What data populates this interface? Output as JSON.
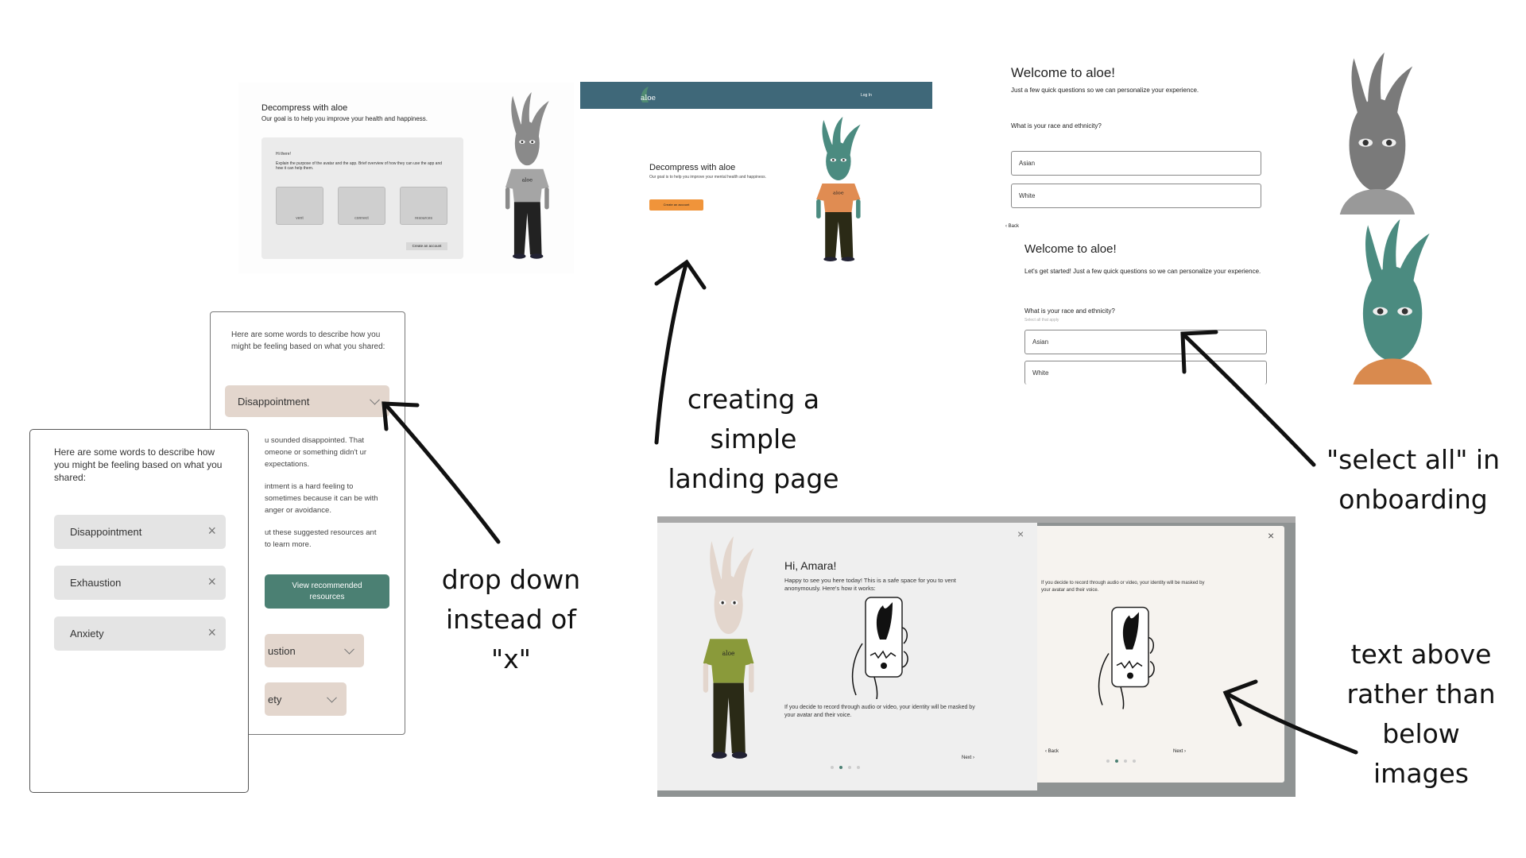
{
  "annotations": {
    "landing": [
      "creating a",
      "simple",
      "landing page"
    ],
    "dropdown": [
      "drop down",
      "instead of",
      "\"x\""
    ],
    "select_all": [
      "\"select all\" in",
      "onboarding"
    ],
    "text_above": [
      "text above",
      "rather than",
      "below",
      "images"
    ]
  },
  "wireframe": {
    "title": "Decompress with aloe",
    "subtitle": "Our goal is to help you improve your health and happiness.",
    "greeting": "Hi there!",
    "body": "Explain the purpose of the avatar and the app. Brief overview of how they can use the app and how it can help them.",
    "tiles": [
      "vent",
      "connect",
      "resources"
    ],
    "cta": "Create an account"
  },
  "landing": {
    "logo": "aloe",
    "login": "Log In",
    "title": "Decompress with aloe",
    "subtitle": "Our goal is to help you improve your mental health and happiness.",
    "cta": "Create an account",
    "colors": {
      "header": "#3f6879",
      "cta": "#f0943a"
    }
  },
  "onboarding_old": {
    "title": "Welcome to aloe!",
    "subtitle": "Just a few quick questions so we can personalize your experience.",
    "question": "What is your race and ethnicity?",
    "options": [
      "Asian",
      "White"
    ]
  },
  "onboarding_new": {
    "back": "Back",
    "title": "Welcome to aloe!",
    "subtitle": "Let's get started! Just a few quick questions so we can personalize your experience.",
    "question": "What is your race and ethnicity?",
    "hint": "Select all that apply",
    "options": [
      "Asian",
      "White"
    ]
  },
  "feelings_dropdown": {
    "intro": "Here are some words to describe how you might be feeling based on what you shared:",
    "selected": "Disappointment",
    "para1": "u sounded disappointed. That omeone or something didn't ur expectations.",
    "para2": "intment is a hard feeling to sometimes because it can be with anger or avoidance.",
    "para3": "ut these suggested resources ant to learn more.",
    "resources_button": "View recommended resources",
    "more": [
      "ustion",
      "ety"
    ],
    "colors": {
      "dropdown": "#e3d6cd",
      "button": "#4b8073"
    }
  },
  "feelings_chips": {
    "intro": "Here are some words to describe how you might be feeling based on what you shared:",
    "chips": [
      "Disappointment",
      "Exhaustion",
      "Anxiety"
    ]
  },
  "intro_old": {
    "greeting": "Hi, Amara!",
    "text": "Happy to see you here today! This is a safe space for you to vent anonymously. Here's how it works:",
    "caption": "If you decide to record through audio or video, your identity will be masked by your avatar and their voice.",
    "next": "Next",
    "page": 2,
    "pages": 4
  },
  "intro_new": {
    "caption": "If you decide to record through audio or video, your identity will be masked by your avatar and their voice.",
    "back": "Back",
    "next": "Next",
    "page": 2,
    "pages": 4
  },
  "avatar_logo": "aloe"
}
